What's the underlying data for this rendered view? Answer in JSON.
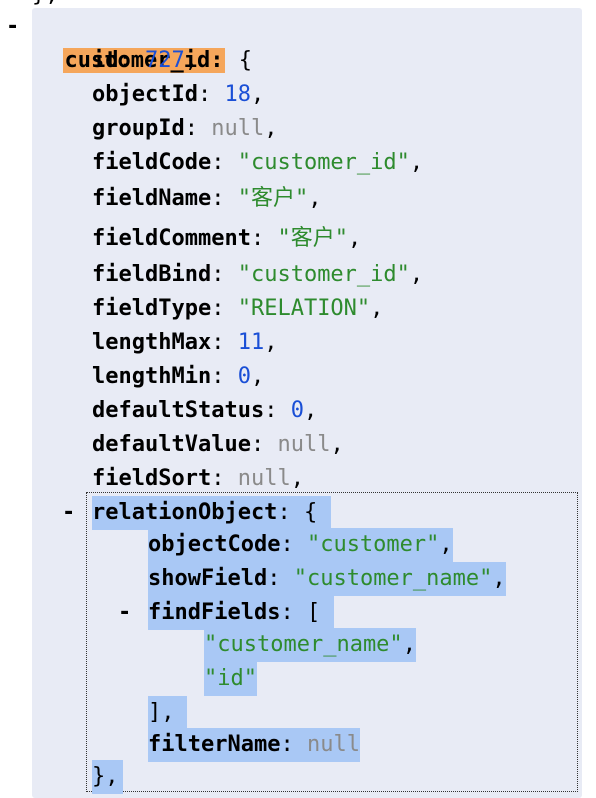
{
  "symbols": {
    "collapse": "-",
    "colon": ":",
    "comma": ",",
    "open_brace": "{",
    "open_bracket": "[",
    "close_bracket_comma": "],",
    "close_brace_comma": "},",
    "top_fragment": "},"
  },
  "root": {
    "key": "customer_id",
    "fields": [
      {
        "key": "id",
        "value": "727",
        "kind": "num"
      },
      {
        "key": "objectId",
        "value": "18",
        "kind": "num"
      },
      {
        "key": "groupId",
        "value": "null",
        "kind": "nul"
      },
      {
        "key": "fieldCode",
        "value": "\"customer_id\"",
        "kind": "str"
      },
      {
        "key": "fieldName",
        "value": "\"客户\"",
        "kind": "str"
      },
      {
        "key": "fieldComment",
        "value": "\"客户\"",
        "kind": "str"
      },
      {
        "key": "fieldBind",
        "value": "\"customer_id\"",
        "kind": "str"
      },
      {
        "key": "fieldType",
        "value": "\"RELATION\"",
        "kind": "str"
      },
      {
        "key": "lengthMax",
        "value": "11",
        "kind": "num"
      },
      {
        "key": "lengthMin",
        "value": "0",
        "kind": "num"
      },
      {
        "key": "defaultStatus",
        "value": "0",
        "kind": "num"
      },
      {
        "key": "defaultValue",
        "value": "null",
        "kind": "nul"
      },
      {
        "key": "fieldSort",
        "value": "null",
        "kind": "nul"
      }
    ],
    "relation_object": {
      "key": "relationObject",
      "fields": [
        {
          "key": "objectCode",
          "value": "\"customer\"",
          "kind": "str"
        },
        {
          "key": "showField",
          "value": "\"customer_name\"",
          "kind": "str"
        }
      ],
      "find_fields": {
        "key": "findFields",
        "items": [
          "\"customer_name\"",
          "\"id\""
        ]
      },
      "filter_name": {
        "key": "filterName",
        "value": "null",
        "kind": "nul"
      }
    }
  }
}
